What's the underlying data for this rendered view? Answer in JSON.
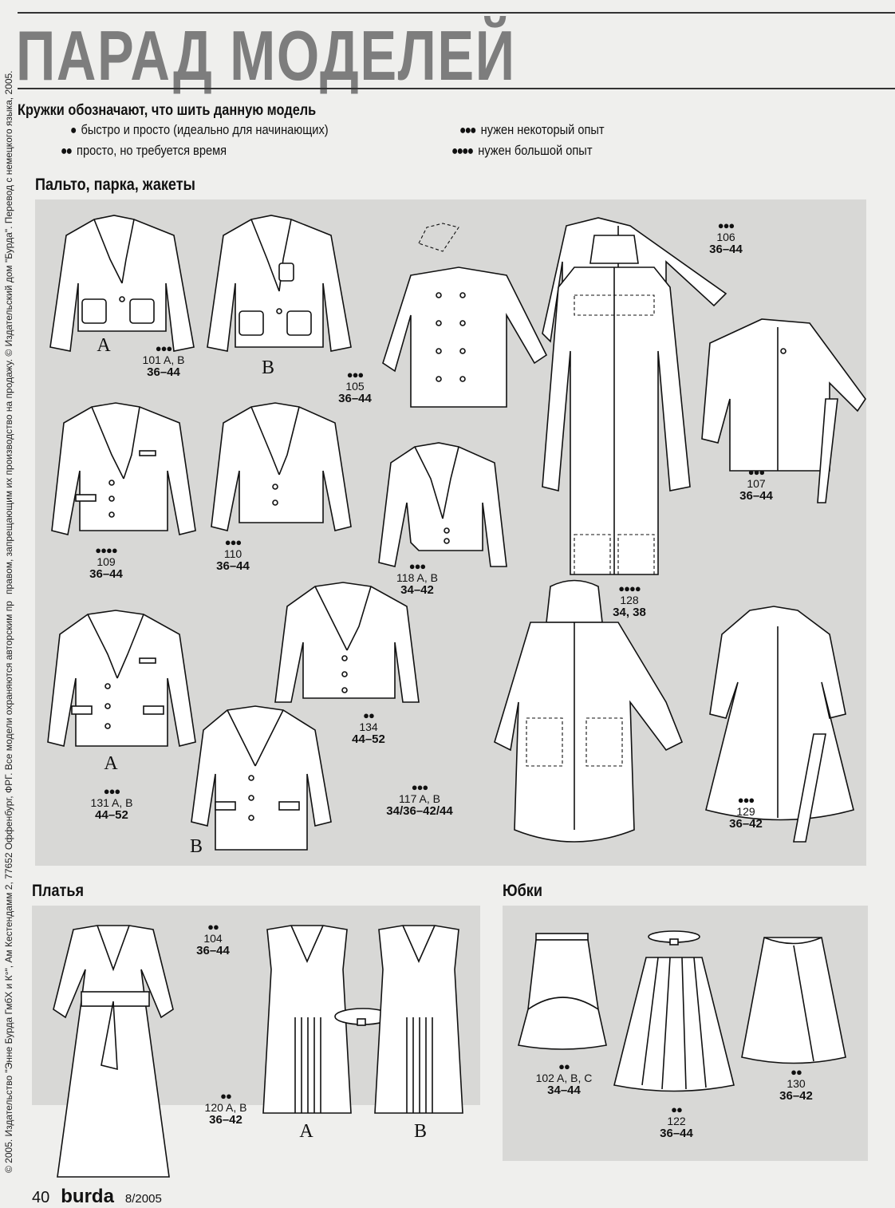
{
  "page": {
    "title": "ПАРАД МОДЕЛЕЙ",
    "legend": {
      "heading": "Кружки обозначают, что шить данную модель",
      "items": [
        {
          "dots": "●",
          "text": "быстро и просто (идеально для начинающих)"
        },
        {
          "dots": "●●",
          "text": "просто, но требуется время"
        },
        {
          "dots": "●●●",
          "text": "нужен некоторый опыт"
        },
        {
          "dots": "●●●●",
          "text": "нужен большой опыт"
        }
      ]
    },
    "side_copyright": {
      "top": "правом, запрещающим их производство на продажу. © Издательский дом \"Бурда\". Перевод с немецкого языка, 2005.",
      "bottom": "© 2005. Издательство \"Энне Бурда ГмбХ и К°\", Ам Кестендамм 2, 77652 Оффенбург, ФРГ. Все модели охраняются авторским пр"
    },
    "footer": {
      "page_number": "40",
      "brand": "burda",
      "issue": "8/2005"
    }
  },
  "sections": {
    "coats": {
      "title": "Пальто, парка, жакеты",
      "models": [
        {
          "dots": "●●●",
          "number": "101 A, B",
          "sizes": "36–44"
        },
        {
          "dots": "●●●",
          "number": "105",
          "sizes": "36–44"
        },
        {
          "dots": "●●●",
          "number": "106",
          "sizes": "36–44"
        },
        {
          "dots": "●●●",
          "number": "107",
          "sizes": "36–44"
        },
        {
          "dots": "●●●●",
          "number": "109",
          "sizes": "36–44"
        },
        {
          "dots": "●●●",
          "number": "110",
          "sizes": "36–44"
        },
        {
          "dots": "●●●",
          "number": "118 A, B",
          "sizes": "34–42"
        },
        {
          "dots": "●●●●",
          "number": "128",
          "sizes": "34, 38"
        },
        {
          "dots": "●●",
          "number": "134",
          "sizes": "44–52"
        },
        {
          "dots": "●●●",
          "number": "131 A, B",
          "sizes": "44–52"
        },
        {
          "dots": "●●●",
          "number": "117 A, B",
          "sizes": "34/36–42/44"
        },
        {
          "dots": "●●●",
          "number": "129",
          "sizes": "36–42"
        }
      ],
      "variants": [
        "A",
        "B",
        "A",
        "B"
      ]
    },
    "dresses": {
      "title": "Платья",
      "models": [
        {
          "dots": "●●",
          "number": "104",
          "sizes": "36–44"
        },
        {
          "dots": "●●",
          "number": "120 A, B",
          "sizes": "36–42"
        }
      ],
      "variants": [
        "A",
        "B"
      ]
    },
    "skirts": {
      "title": "Юбки",
      "models": [
        {
          "dots": "●●",
          "number": "102 A, B, C",
          "sizes": "34–44"
        },
        {
          "dots": "●●",
          "number": "122",
          "sizes": "36–44"
        },
        {
          "dots": "●●",
          "number": "130",
          "sizes": "36–42"
        }
      ]
    }
  }
}
